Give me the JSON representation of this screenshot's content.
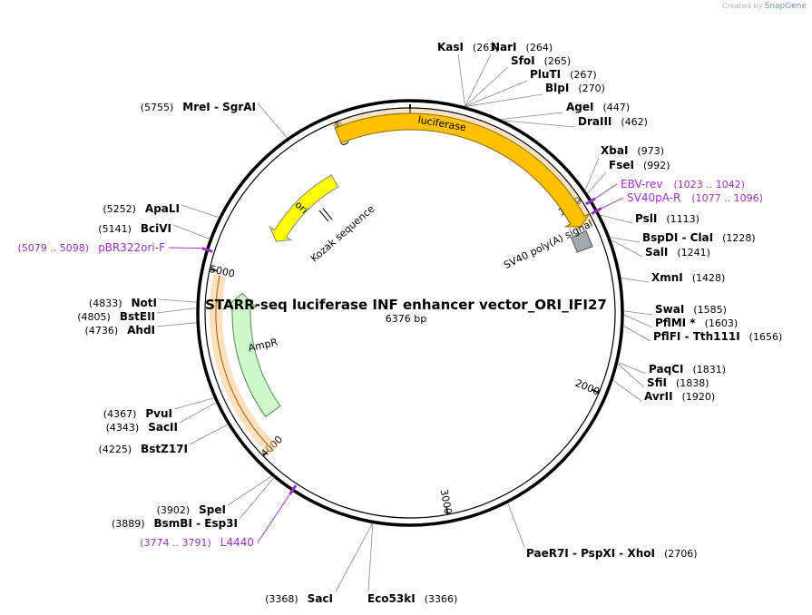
{
  "credit": {
    "prefix": "Created by",
    "brand": "SnapGene"
  },
  "map": {
    "name": "STARR-seq luciferase INF enhancer vector_ORI_IFI27",
    "size": "6376 bp"
  },
  "ticks": [
    "1000",
    "2000",
    "3000",
    "4000",
    "5000",
    "6000"
  ],
  "features": [
    "luciferase",
    "SV40 poly(A) signal",
    "ori",
    "Kozak sequence",
    "AmpR"
  ],
  "sites": [
    {
      "pos": "(263)",
      "name": "KasI"
    },
    {
      "pos": "(264)",
      "name": "NarI"
    },
    {
      "pos": "(265)",
      "name": "SfoI"
    },
    {
      "pos": "(267)",
      "name": "PluTI"
    },
    {
      "pos": "(270)",
      "name": "BlpI"
    },
    {
      "pos": "(447)",
      "name": "AgeI"
    },
    {
      "pos": "(462)",
      "name": "DraIII"
    },
    {
      "pos": "(973)",
      "name": "XbaI"
    },
    {
      "pos": "(992)",
      "name": "FseI"
    },
    {
      "pos": "(1113)",
      "name": "PslI"
    },
    {
      "pos": "(1228)",
      "name": "BspDI - ClaI"
    },
    {
      "pos": "(1241)",
      "name": "SalI"
    },
    {
      "pos": "(1428)",
      "name": "XmnI"
    },
    {
      "pos": "(1585)",
      "name": "SwaI"
    },
    {
      "pos": "(1603)",
      "name": "PflMI *"
    },
    {
      "pos": "(1656)",
      "name": "PflFI - Tth111I"
    },
    {
      "pos": "(1831)",
      "name": "PaqCI"
    },
    {
      "pos": "(1838)",
      "name": "SfiI"
    },
    {
      "pos": "(1920)",
      "name": "AvrII"
    },
    {
      "pos": "(2706)",
      "name": "PaeR7I - PspXI - XhoI"
    },
    {
      "pos": "(3366)",
      "name": "Eco53kI"
    },
    {
      "pos": "(3368)",
      "name": "SacI"
    },
    {
      "pos": "(3889)",
      "name": "BsmBI - Esp3I"
    },
    {
      "pos": "(3902)",
      "name": "SpeI"
    },
    {
      "pos": "(4225)",
      "name": "BstZ17I"
    },
    {
      "pos": "(4343)",
      "name": "SacII"
    },
    {
      "pos": "(4367)",
      "name": "PvuI"
    },
    {
      "pos": "(4736)",
      "name": "AhdI"
    },
    {
      "pos": "(4805)",
      "name": "BstEII"
    },
    {
      "pos": "(4833)",
      "name": "NotI"
    },
    {
      "pos": "(5141)",
      "name": "BciVI"
    },
    {
      "pos": "(5252)",
      "name": "ApaLI"
    },
    {
      "pos": "(5755)",
      "name": "MreI - SgrAI"
    }
  ],
  "primers": [
    {
      "name": "EBV-rev",
      "range": "(1023 .. 1042)"
    },
    {
      "name": "SV40pA-R",
      "range": "(1077 .. 1096)"
    },
    {
      "name": "pBR322ori-F",
      "range": "(5079 .. 5098)"
    },
    {
      "name": "L4440",
      "range": "(3774 .. 3791)"
    }
  ],
  "colors": {
    "luciferase": "#ffc100",
    "ori": "#ffff00",
    "ampr": "#ccf8cc",
    "polyA": "#a0a8b0",
    "primer": "#9b30c8",
    "highlight": "#f7c98a"
  }
}
